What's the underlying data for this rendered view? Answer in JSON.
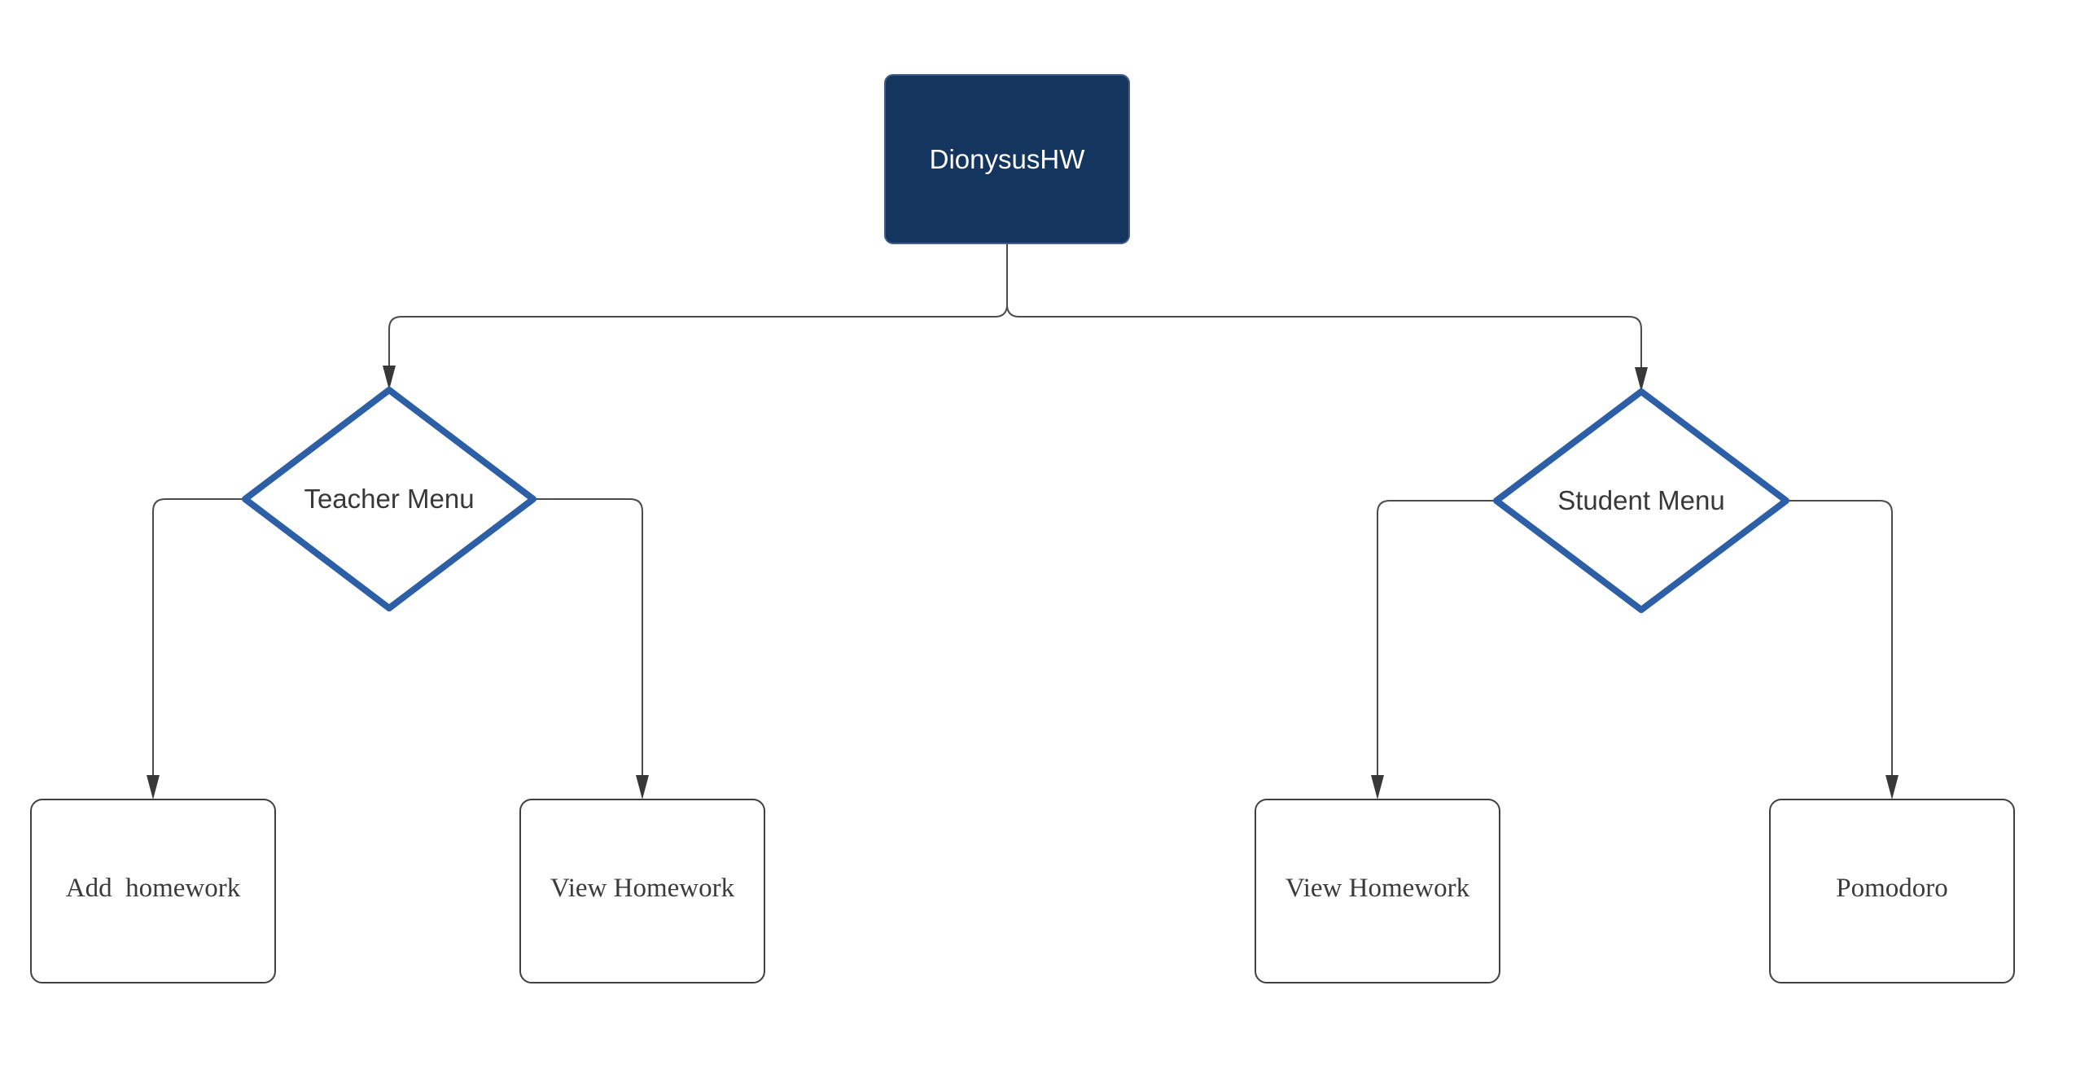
{
  "nodes": {
    "root": {
      "label": "DionysusHW",
      "type": "process"
    },
    "teacher_menu": {
      "label": "Teacher Menu",
      "type": "decision"
    },
    "student_menu": {
      "label": "Student Menu",
      "type": "decision"
    },
    "add_homework": {
      "label": "Add  homework",
      "type": "terminal"
    },
    "view_homework_teacher": {
      "label": "View Homework",
      "type": "terminal"
    },
    "view_homework_student": {
      "label": "View Homework",
      "type": "terminal"
    },
    "pomodoro": {
      "label": "Pomodoro",
      "type": "terminal"
    }
  },
  "edges": [
    {
      "from": "DionysusHW",
      "to": "Teacher Menu"
    },
    {
      "from": "DionysusHW",
      "to": "Student Menu"
    },
    {
      "from": "Teacher Menu",
      "to": "Add  homework"
    },
    {
      "from": "Teacher Menu",
      "to": "View Homework"
    },
    {
      "from": "Student Menu",
      "to": "View Homework"
    },
    {
      "from": "Student Menu",
      "to": "Pomodoro"
    }
  ],
  "colors": {
    "background": "#FFFFFF",
    "root_fill": "#14355E",
    "root_border": "#3F5E8C",
    "root_text": "#FFFFFF",
    "decision_border": "#2C5FA5",
    "leaf_border": "#404040",
    "node_text": "#3B3B3B",
    "connector": "#4C4C4C",
    "arrowhead": "#383838"
  }
}
